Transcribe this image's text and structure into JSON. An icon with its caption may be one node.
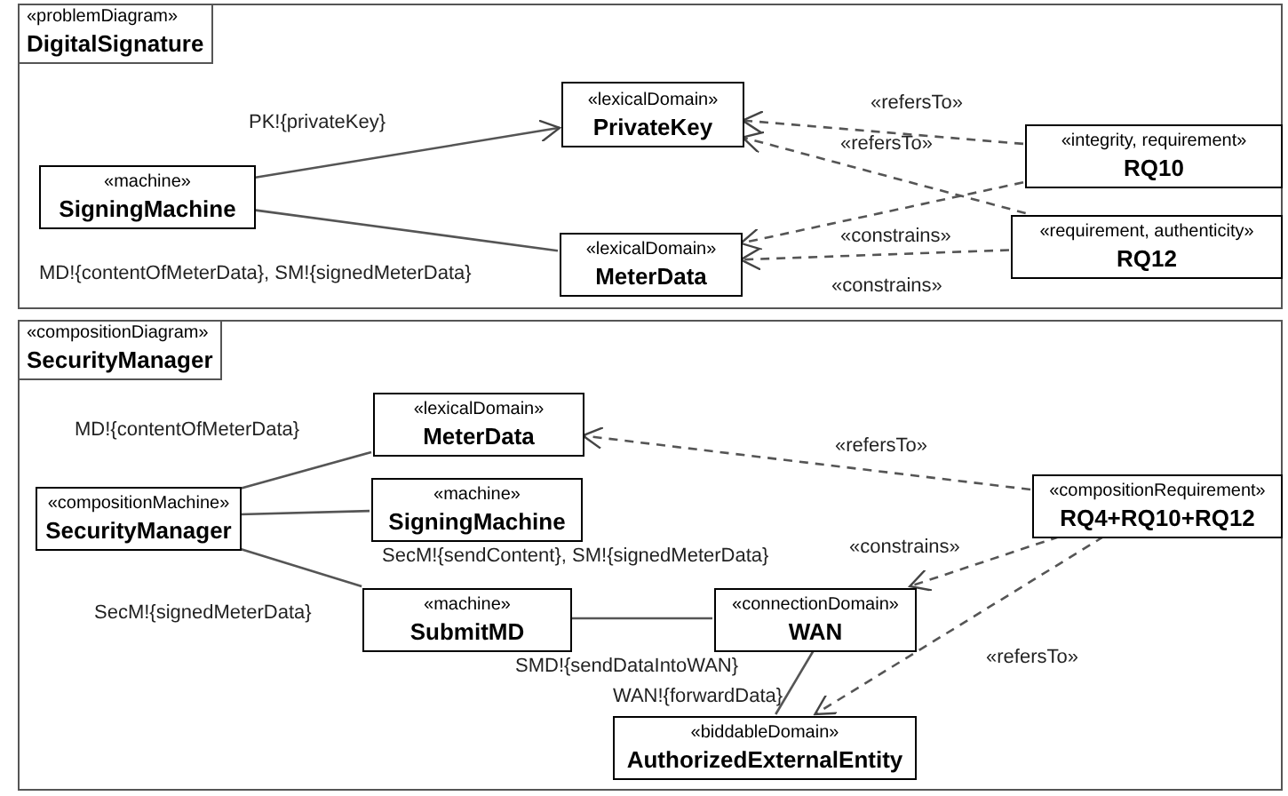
{
  "diagram": {
    "nodes": [
      {
        "text": [
          "«problemDiagram»",
          "DigitalSignature"
        ]
      },
      {
        "text": [
          "«machine»",
          "SigningMachine"
        ],
        "in": 0
      },
      {
        "text": [
          "«lexicalDomain»",
          "PrivateKey"
        ],
        "in": 0
      },
      {
        "text": [
          "«lexicalDomain»",
          "MeterData"
        ],
        "in": 0
      },
      {
        "text": [
          "«integrity, requirement»",
          "RQ10"
        ],
        "in": 0
      },
      {
        "text": [
          "«requirement, authenticity»",
          "RQ12"
        ],
        "in": 0
      },
      {
        "text": [
          "«compositionDiagram»",
          "SecurityManager"
        ]
      },
      {
        "text": [
          "«compositionMachine»",
          "SecurityManager"
        ],
        "in": 6
      },
      {
        "text": [
          "«lexicalDomain»",
          "MeterData"
        ],
        "in": 6
      },
      {
        "text": [
          "«machine»",
          "SigningMachine"
        ],
        "in": 6
      },
      {
        "text": [
          "«machine»",
          "SubmitMD"
        ],
        "in": 6
      },
      {
        "text": [
          "«connectionDomain»",
          "WAN"
        ],
        "in": 6
      },
      {
        "text": [
          "«biddableDomain»",
          "AuthorizedExternalEntity"
        ],
        "in": 6
      },
      {
        "text": [
          "«compositionRequirement»",
          "RQ4+RQ10+RQ12"
        ],
        "in": 6
      }
    ],
    "edges": [
      {
        "from": 1,
        "to": 2,
        "arrow": "to",
        "label": "PK!{privateKey}"
      },
      {
        "from": 1,
        "to": 3,
        "arrow": "none",
        "label": "MD!{contentOfMeterData}, SM!{signedMeterData}"
      },
      {
        "from": 4,
        "to": 2,
        "arrow": "to",
        "label": "«refersTo»",
        "style": "dashed"
      },
      {
        "from": 5,
        "to": 2,
        "arrow": "to",
        "label": "«refersTo»",
        "style": "dashed"
      },
      {
        "from": 4,
        "to": 3,
        "arrow": "to",
        "label": "«constrains»",
        "style": "dashed"
      },
      {
        "from": 5,
        "to": 3,
        "arrow": "to",
        "label": "«constrains»",
        "style": "dashed"
      },
      {
        "from": 7,
        "to": 8,
        "arrow": "none",
        "label": "MD!{contentOfMeterData}"
      },
      {
        "from": 7,
        "to": 9,
        "arrow": "none",
        "label": "SecM!{sendContent}, SM!{signedMeterData}"
      },
      {
        "from": 7,
        "to": 10,
        "arrow": "none",
        "label": "SecM!{signedMeterData}"
      },
      {
        "from": 10,
        "to": 11,
        "arrow": "none",
        "label": "SMD!{sendDataIntoWAN}"
      },
      {
        "from": 11,
        "to": 12,
        "arrow": "none",
        "label": "WAN!{forwardData}"
      },
      {
        "from": 13,
        "to": 8,
        "arrow": "to",
        "label": "«refersTo»",
        "style": "dashed"
      },
      {
        "from": 13,
        "to": 11,
        "arrow": "to",
        "label": "«constrains»",
        "style": "dashed"
      },
      {
        "from": 13,
        "to": 12,
        "arrow": "to",
        "label": "«refersTo»",
        "style": "dashed"
      }
    ]
  }
}
